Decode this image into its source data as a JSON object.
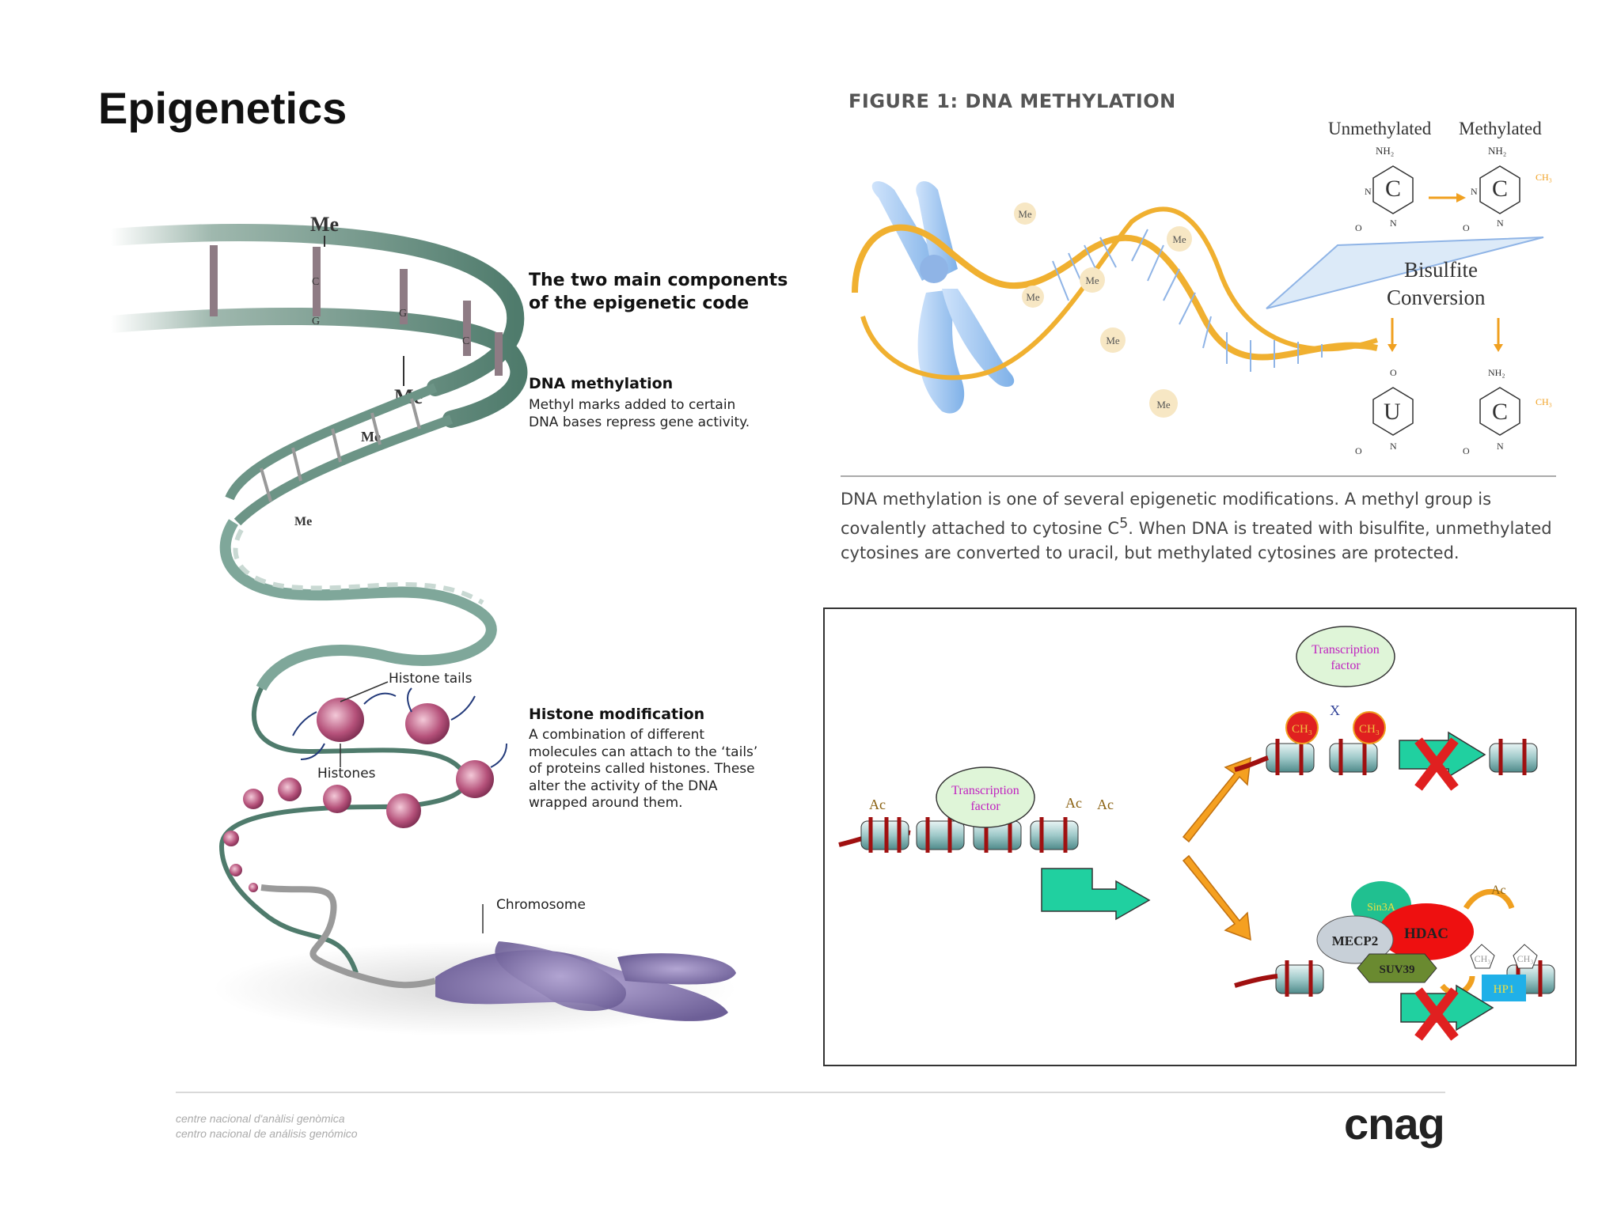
{
  "slide": {
    "title": "Epigenetics"
  },
  "left_panel": {
    "heading": [
      "The two main components",
      "of the epigenetic code"
    ],
    "dna_methylation": {
      "heading": "DNA methylation",
      "text": [
        "Methyl marks added to certain",
        "DNA bases repress gene activity."
      ]
    },
    "histone_modification": {
      "heading": "Histone modification",
      "text": [
        "A combination of different",
        "molecules can attach to the ‘tails’",
        "of proteins called histones. These",
        "alter the activity of the DNA",
        "wrapped around them."
      ]
    },
    "labels": {
      "me": "Me",
      "histone_tails": "Histone tails",
      "histones": "Histones",
      "chromosome": "Chromosome",
      "bases": [
        "C",
        "G"
      ]
    }
  },
  "figure1": {
    "title": "FIGURE 1: DNA METHYLATION",
    "unmethylated": "Unmethylated",
    "methylated": "Methylated",
    "bisulfite": [
      "Bisulfite",
      "Conversion"
    ],
    "nh2": "NH₂",
    "ch3": "CH₃",
    "n": "N",
    "o": "O",
    "base_c": "C",
    "base_u": "U",
    "me": "Me",
    "caption": [
      "DNA methylation is one of several epigenetic modifications. A methyl group is",
      "covalently attached to cytosine C",
      "5",
      ". When DNA is treated with bisulfite, unmethylated",
      "cytosines are converted to uracil, but methylated cytosines are protected."
    ]
  },
  "chromatin_panel": {
    "transcription_factor": [
      "Transcription",
      "factor"
    ],
    "ac": "Ac",
    "ch3": "CH₃",
    "x": "X",
    "mecp2": "MECP2",
    "hdac": "HDAC",
    "suv39": "SUV39",
    "sin3a": "Sin3A",
    "hp1": "HP1"
  },
  "footer": {
    "line1": "centre nacional d'anàlisi genòmica",
    "line2": "centro nacional de análisis genómico",
    "logo": "cnag"
  }
}
